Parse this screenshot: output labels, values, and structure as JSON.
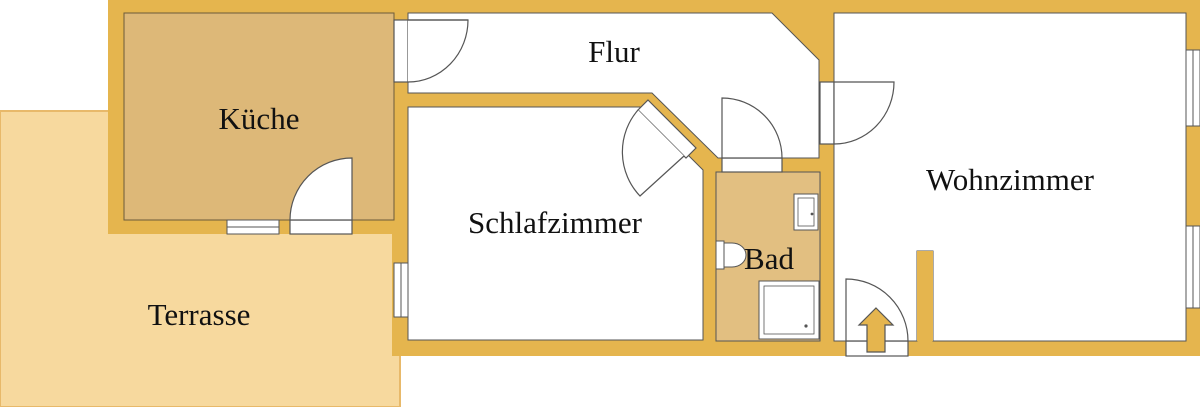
{
  "rooms": [
    {
      "id": "kueche",
      "label": "Küche"
    },
    {
      "id": "flur",
      "label": "Flur"
    },
    {
      "id": "schlafzimmer",
      "label": "Schlafzimmer"
    },
    {
      "id": "bad",
      "label": "Bad"
    },
    {
      "id": "wohnzimmer",
      "label": "Wohnzimmer"
    },
    {
      "id": "terrasse",
      "label": "Terrasse"
    }
  ],
  "colors": {
    "wall": "#E5B54E",
    "terrace_fill": "#F7D99E",
    "terrace_stroke": "#E8B96A",
    "kitchen_floor": "#DDB878",
    "bath_floor": "#E2BF81",
    "room_floor": "#FFFFFF",
    "line": "#555555"
  },
  "icons": {
    "entrance": "entrance-arrow-icon"
  }
}
